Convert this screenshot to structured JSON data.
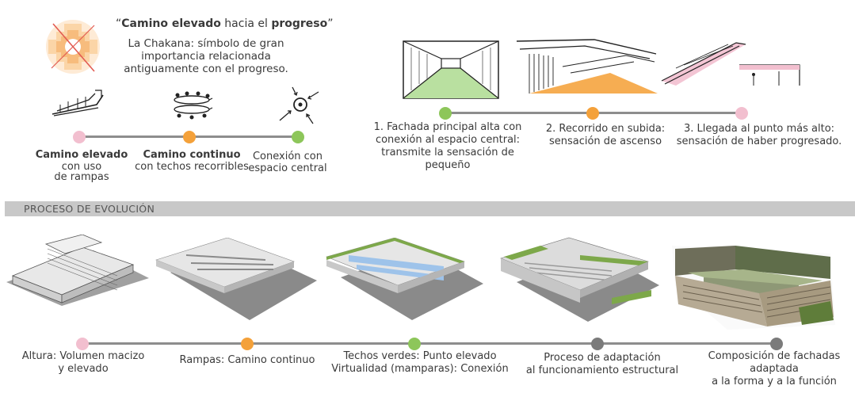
{
  "colors": {
    "pink": "#f2bfcf",
    "orange": "#f4a13a",
    "green": "#8dc65a",
    "gray": "#7b7b7b",
    "line": "#8d8d8d",
    "band": "#c8c8c8"
  },
  "intro": {
    "quote_open": "“",
    "quote_bold1": "Camino elevado",
    "quote_mid": " hacia el ",
    "quote_bold2": "progreso",
    "quote_close": "”",
    "line1": "La Chakana: símbolo de gran",
    "line2": "importancia relacionada",
    "line3": "antiguamente con el progreso."
  },
  "concept_steps": [
    {
      "bold": "Camino elevado",
      "rest1": "con uso",
      "rest2": "de rampas"
    },
    {
      "bold": "Camino continuo",
      "rest1": "con techos recorribles"
    },
    {
      "line1": "Conexión con",
      "line2": "espacio central"
    }
  ],
  "sequence_steps": [
    {
      "line1": "1. Fachada principal alta con",
      "line2": "conexión al espacio central:",
      "line3": "transmite la sensación de pequeño"
    },
    {
      "line1": "2. Recorrido en subida:",
      "line2": "sensación de ascenso"
    },
    {
      "line1": "3. Llegada al punto más alto:",
      "line2": "sensación de haber progresado."
    }
  ],
  "section_title": "PROCESO DE EVOLUCIÓN",
  "evolution_steps": [
    {
      "line1": "Altura: Volumen macizo",
      "line2": "y elevado"
    },
    {
      "line1": "Rampas: Camino continuo"
    },
    {
      "line1": "Techos verdes: Punto elevado",
      "line2": "Virtualidad (mamparas): Conexión"
    },
    {
      "line1": "Proceso de adaptación",
      "line2": "al funcionamiento estructural"
    },
    {
      "line1": "Composición de fachadas",
      "line2": "adaptada",
      "line3": "a la forma y a la función"
    }
  ]
}
